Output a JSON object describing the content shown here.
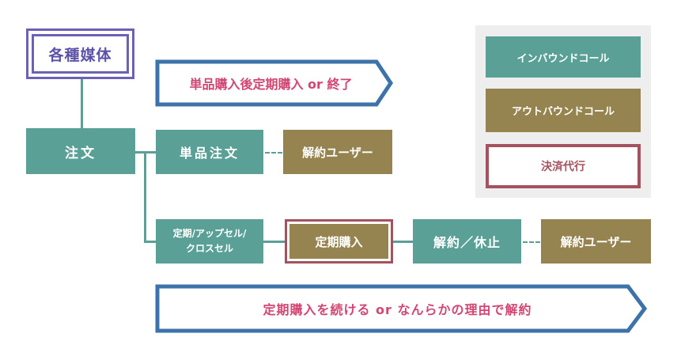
{
  "media": {
    "label": "各種媒体"
  },
  "order": {
    "label": "注文"
  },
  "single_order": {
    "label": "単品注文"
  },
  "single_cancel_user": {
    "label": "解約ユーザー"
  },
  "subscription_order": {
    "line1": "定期/アップセル/",
    "line2": "クロスセル"
  },
  "subscription_purchase": {
    "label": "定期購入"
  },
  "cancel_pause": {
    "label": "解約／休止"
  },
  "subscription_cancel_user": {
    "label": "解約ユーザー"
  },
  "arrow_top": {
    "label": "単品購入後定期購入 or 終了"
  },
  "arrow_bottom": {
    "label": "定期購入を続ける or なんらかの理由で解約"
  },
  "legend": {
    "inbound": "インバウンドコール",
    "outbound": "アウトバウンドコール",
    "payment": "決済代行"
  },
  "colors": {
    "inbound": "#5ba097",
    "outbound": "#958450",
    "payment": "#a5525f",
    "media_border": "#6b62b8",
    "arrow_border": "#3d73a8",
    "arrow_text": "#d24673",
    "legend_bg": "#eeeeee"
  }
}
